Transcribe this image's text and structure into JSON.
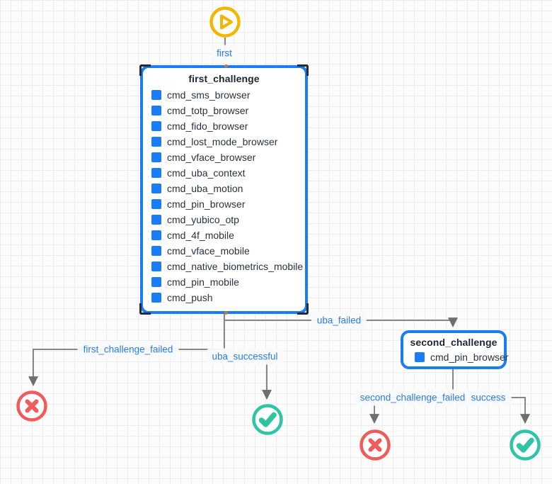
{
  "palette": {
    "node_blue": "#1a7df3",
    "label_blue": "#2d7de3",
    "start_yellow": "#f3b700",
    "fail_red": "#f15b5b",
    "success_teal": "#2dc5a4",
    "edge_gray": "#878787",
    "selection_dark": "#222c3a",
    "grid_line": "#ededed",
    "canvas_bg": "#fcfcfc"
  },
  "nodes": {
    "start": {
      "name": "start"
    },
    "first_challenge": {
      "title": "first_challenge",
      "items": [
        "cmd_sms_browser",
        "cmd_totp_browser",
        "cmd_fido_browser",
        "cmd_lost_mode_browser",
        "cmd_vface_browser",
        "cmd_uba_context",
        "cmd_uba_motion",
        "cmd_pin_browser",
        "cmd_yubico_otp",
        "cmd_4f_mobile",
        "cmd_vface_mobile",
        "cmd_native_biometrics_mobile",
        "cmd_pin_mobile",
        "cmd_push"
      ]
    },
    "second_challenge": {
      "title": "second_challenge",
      "items": [
        "cmd_pin_browser"
      ]
    }
  },
  "edge_labels": {
    "first": "first",
    "uba_failed": "uba_failed",
    "first_challenge_failed": "first_challenge_failed",
    "uba_successful": "uba_successful",
    "second_challenge_failed": "second_challenge_failed",
    "success": "success"
  }
}
